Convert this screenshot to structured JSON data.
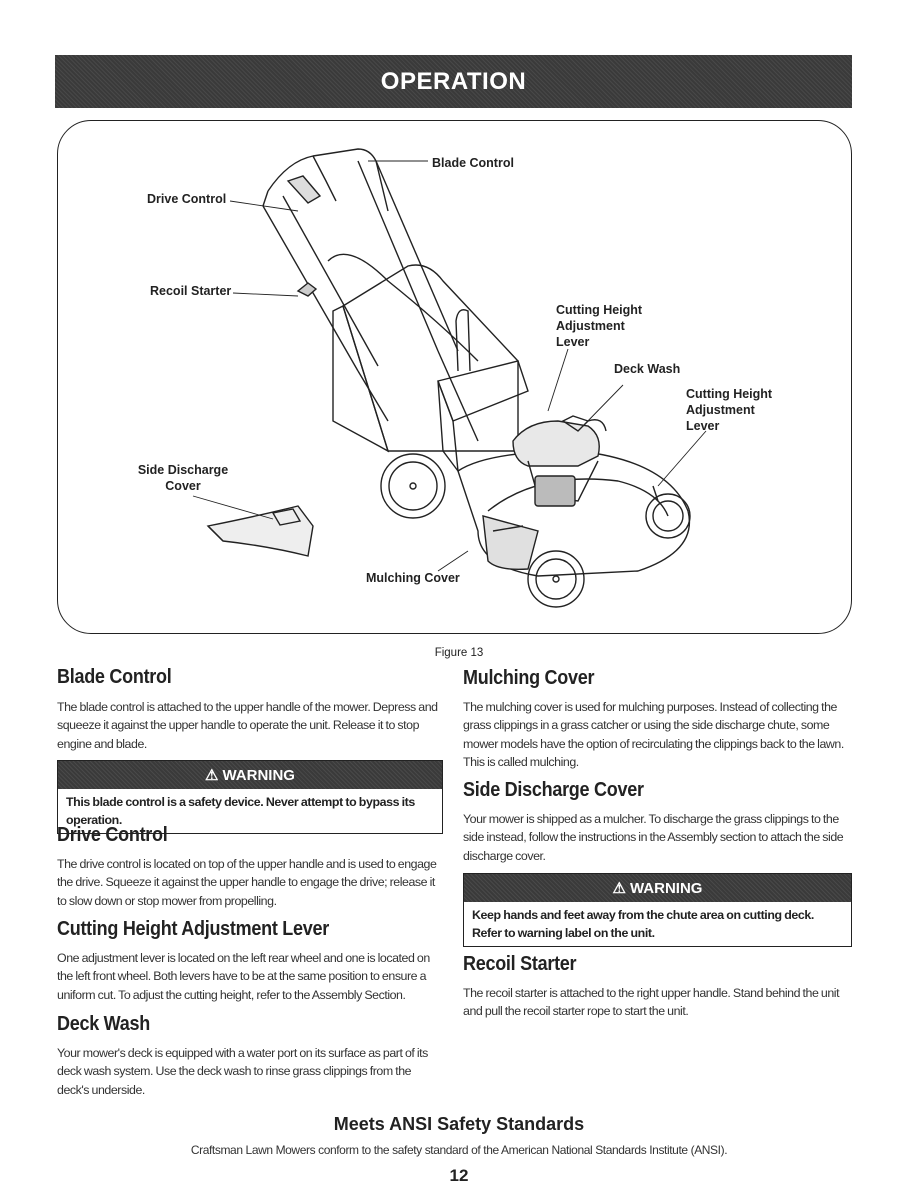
{
  "header": {
    "title": "OPERATION"
  },
  "figure": {
    "caption": "Figure 13",
    "callouts": {
      "blade_control": "Blade Control",
      "drive_control": "Drive Control",
      "recoil_starter": "Recoil Starter",
      "cutting_height_1": "Cutting Height Adjustment Lever",
      "deck_wash": "Deck Wash",
      "cutting_height_2": "Cutting Height Adjustment Lever",
      "side_discharge": "Side Discharge Cover",
      "mulching_cover": "Mulching Cover"
    }
  },
  "sections": {
    "blade_control": {
      "title": "Blade Control",
      "body": "The blade control is attached to the upper handle of the mower. Depress and squeeze it against the upper handle to operate the unit. Release it to stop engine and blade."
    },
    "warning_1": {
      "label": "WARNING",
      "text": "This blade control is a safety device. Never attempt to bypass its operation."
    },
    "drive_control": {
      "title": "Drive Control",
      "body": "The drive control is located on top of the upper handle and is used to engage the drive. Squeeze it against the upper handle to engage the drive; release it to slow down or stop mower from propelling."
    },
    "cutting_height": {
      "title": "Cutting Height Adjustment Lever",
      "body": "One adjustment lever is located on the left rear wheel and one is located on the left front wheel. Both levers have to be at the same position to ensure a uniform cut. To adjust the cutting height, refer to the Assembly Section."
    },
    "deck_wash": {
      "title": "Deck Wash",
      "body": "Your mower's deck is equipped with a water port on its surface as part of its deck wash system. Use the deck wash to rinse grass clippings from the deck's underside."
    },
    "mulching_cover": {
      "title": "Mulching Cover",
      "body": "The mulching cover is used for mulching purposes. Instead of collecting the grass clippings in a grass catcher or using the side discharge chute, some mower models have the option of recirculating the clippings back to the lawn. This is called mulching."
    },
    "side_discharge": {
      "title": "Side Discharge Cover",
      "body": "Your mower is shipped as a mulcher. To discharge the grass clippings to the side instead, follow the instructions in the Assembly section to attach the side discharge cover."
    },
    "warning_2": {
      "label": "WARNING",
      "text": "Keep hands and feet away from the chute area on cutting deck. Refer to warning label on the unit."
    },
    "recoil_starter": {
      "title": "Recoil Starter",
      "body": "The recoil starter is attached to the right upper handle. Stand behind the unit and pull the recoil starter rope to start the unit."
    }
  },
  "footer": {
    "title": "Meets ANSI Safety Standards",
    "text": "Craftsman Lawn Mowers conform to the safety standard of the American National Standards Institute (ANSI).",
    "page_number": "12"
  }
}
